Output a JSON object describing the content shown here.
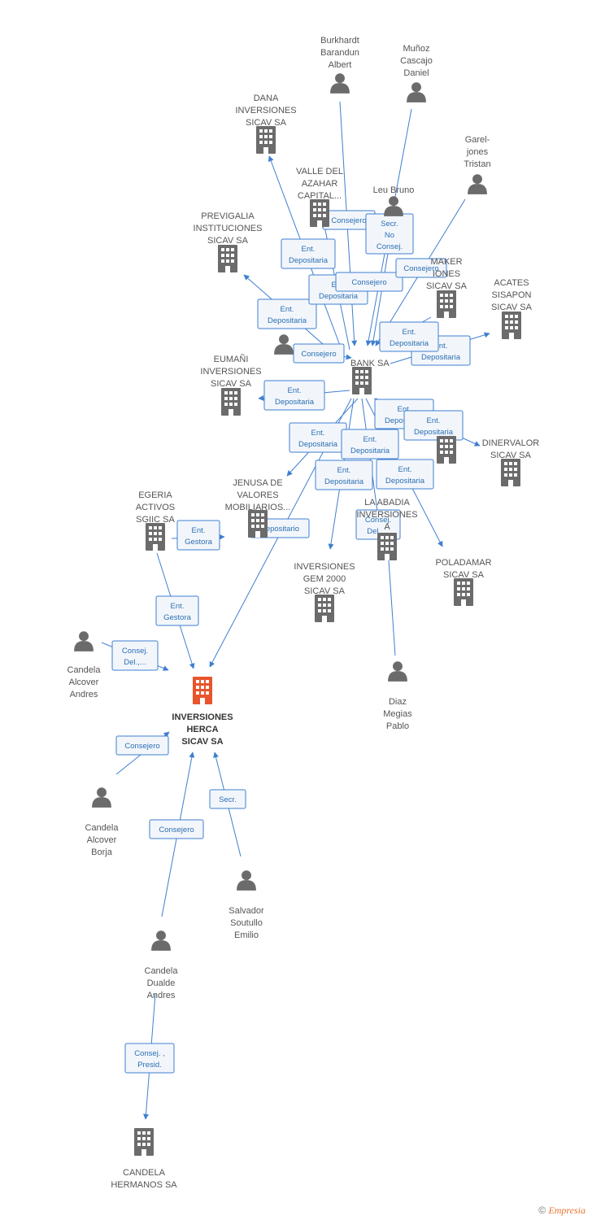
{
  "colors": {
    "edge": "#3f7fd0",
    "node": "#6b6b6b",
    "focus": "#e8542c",
    "box_fill": "#f2f6fb"
  },
  "nodes": [
    {
      "id": "herca",
      "kind": "company",
      "focus": true,
      "label": [
        "INVERSIONES",
        "HERCA",
        "SICAV SA"
      ]
    },
    {
      "id": "bank",
      "kind": "company",
      "label": [
        "BANK SA"
      ]
    },
    {
      "id": "dana",
      "kind": "company",
      "label": [
        "DANA",
        "INVERSIONES",
        "SICAV SA"
      ]
    },
    {
      "id": "valle",
      "kind": "company",
      "label": [
        "VALLE DEL",
        "AZAHAR",
        "CAPITAL..."
      ]
    },
    {
      "id": "previgalia",
      "kind": "company",
      "label": [
        "PREVIGALIA",
        "INSTITUCIONES",
        "SICAV SA"
      ]
    },
    {
      "id": "maker",
      "kind": "company",
      "label": [
        "MAKER",
        "IONES",
        "SICAV SA"
      ]
    },
    {
      "id": "acates",
      "kind": "company",
      "label": [
        "ACATES",
        "SISAPON",
        "SICAV SA"
      ]
    },
    {
      "id": "eumani",
      "kind": "company",
      "label": [
        "EUMAÑI",
        "INVERSIONES",
        "SICAV SA"
      ]
    },
    {
      "id": "dinervalor",
      "kind": "company",
      "label": [
        "DINERVALOR",
        "SICAV SA"
      ]
    },
    {
      "id": "jenusa",
      "kind": "company",
      "label": [
        "JENUSA DE",
        "VALORES",
        "MOBILIARIOS..."
      ]
    },
    {
      "id": "egeria",
      "kind": "company",
      "label": [
        "EGERIA",
        "ACTIVOS",
        "SGIIC SA"
      ]
    },
    {
      "id": "abadia",
      "kind": "company",
      "label": [
        "LA ABADIA",
        "INVERSIONES",
        "A"
      ]
    },
    {
      "id": "gem",
      "kind": "company",
      "label": [
        "INVERSIONES",
        "GEM 2000",
        "SICAV SA"
      ]
    },
    {
      "id": "poladamar",
      "kind": "company",
      "label": [
        "POLADAMAR",
        "SICAV SA"
      ]
    },
    {
      "id": "mid",
      "kind": "company",
      "label": []
    },
    {
      "id": "candela_hermanos",
      "kind": "company",
      "label": [
        "CANDELA",
        "HERMANOS SA"
      ]
    },
    {
      "id": "burkhardt",
      "kind": "person",
      "label": [
        "Burkhardt",
        "Barandun",
        "Albert"
      ]
    },
    {
      "id": "munoz",
      "kind": "person",
      "label": [
        "Muñoz",
        "Cascajo",
        "Daniel"
      ]
    },
    {
      "id": "garel",
      "kind": "person",
      "label": [
        "Garel-",
        "jones",
        "Tristan"
      ]
    },
    {
      "id": "leu",
      "kind": "person",
      "label": [
        "Leu Bruno"
      ]
    },
    {
      "id": "person_left",
      "kind": "person",
      "label": []
    },
    {
      "id": "candela_alcover_andres",
      "kind": "person",
      "label": [
        "Candela",
        "Alcover",
        "Andres"
      ]
    },
    {
      "id": "diaz",
      "kind": "person",
      "label": [
        "Diaz",
        "Megias",
        "Pablo"
      ]
    },
    {
      "id": "candela_alcover_borja",
      "kind": "person",
      "label": [
        "Candela",
        "Alcover",
        "Borja"
      ]
    },
    {
      "id": "salvador",
      "kind": "person",
      "label": [
        "Salvador",
        "Soutullo",
        "Emilio"
      ]
    },
    {
      "id": "candela_dualde",
      "kind": "person",
      "label": [
        "Candela",
        "Dualde",
        "Andres"
      ]
    }
  ],
  "relations": [
    {
      "from": "bank",
      "to": "dana",
      "label": [
        "Ent.",
        "Depositaria"
      ]
    },
    {
      "from": "bank",
      "to": "valle",
      "label": [
        "Consejero"
      ]
    },
    {
      "from": "bank",
      "to": "previgalia",
      "label": [
        "Ent.",
        "Depositaria"
      ]
    },
    {
      "from": "bank",
      "to": "eumani",
      "label": [
        "Ent.",
        "Depositaria"
      ]
    },
    {
      "from": "bank",
      "to": "acates",
      "label": [
        "Ent.",
        "Depositaria"
      ]
    },
    {
      "from": "bank",
      "to": "jenusa",
      "label": [
        "Ent.",
        "Depositaria"
      ]
    },
    {
      "from": "bank",
      "to": "gem",
      "label": [
        "Ent.",
        "Depositaria"
      ]
    },
    {
      "from": "bank",
      "to": "dinervalor",
      "label": [
        "Ent.",
        "Depositaria"
      ]
    },
    {
      "from": "bank",
      "to": "poladamar",
      "label": [
        "Ent.",
        "Depositaria"
      ]
    },
    {
      "from": "bank",
      "to": "abadia",
      "label": [
        "Ent.",
        "Depositaria"
      ]
    },
    {
      "from": "bank",
      "to": "mid",
      "label": [
        "Ent.",
        "Depositaria"
      ]
    },
    {
      "from": "bank",
      "to": "herca",
      "label": [
        "Depositario"
      ]
    },
    {
      "from": "leu",
      "to": "bank",
      "label": [
        "Secr.",
        "No",
        "Consej."
      ]
    },
    {
      "from": "burkhardt",
      "to": "bank",
      "label": [
        "Ent.",
        "Depositaria"
      ]
    },
    {
      "from": "munoz",
      "to": "bank",
      "label": [
        "Consejero"
      ]
    },
    {
      "from": "garel",
      "to": "bank",
      "label": [
        "Consejero"
      ]
    },
    {
      "from": "maker",
      "to": "bank",
      "label": [
        "Ent.",
        "Depositaria"
      ]
    },
    {
      "from": "person_left",
      "to": "bank",
      "label": [
        "Consejero"
      ]
    },
    {
      "from": "diaz",
      "to": "abadia",
      "label": [
        "Consej.",
        "Del.,..."
      ]
    },
    {
      "from": "egeria",
      "to": "jenusa",
      "label": [
        "Ent.",
        "Gestora"
      ]
    },
    {
      "from": "egeria",
      "to": "herca",
      "label": [
        "Ent.",
        "Gestora"
      ]
    },
    {
      "from": "candela_alcover_andres",
      "to": "herca",
      "label": [
        "Consej.",
        "Del.,..."
      ]
    },
    {
      "from": "candela_alcover_borja",
      "to": "herca",
      "label": [
        "Consejero"
      ]
    },
    {
      "from": "candela_dualde",
      "to": "herca",
      "label": [
        "Consejero"
      ]
    },
    {
      "from": "salvador",
      "to": "herca",
      "label": [
        "Secr."
      ]
    },
    {
      "from": "candela_dualde",
      "to": "candela_hermanos",
      "label": [
        "Consej. ,",
        "Presid."
      ]
    }
  ],
  "footer": {
    "copyright": "©",
    "brand": "Empresia"
  }
}
